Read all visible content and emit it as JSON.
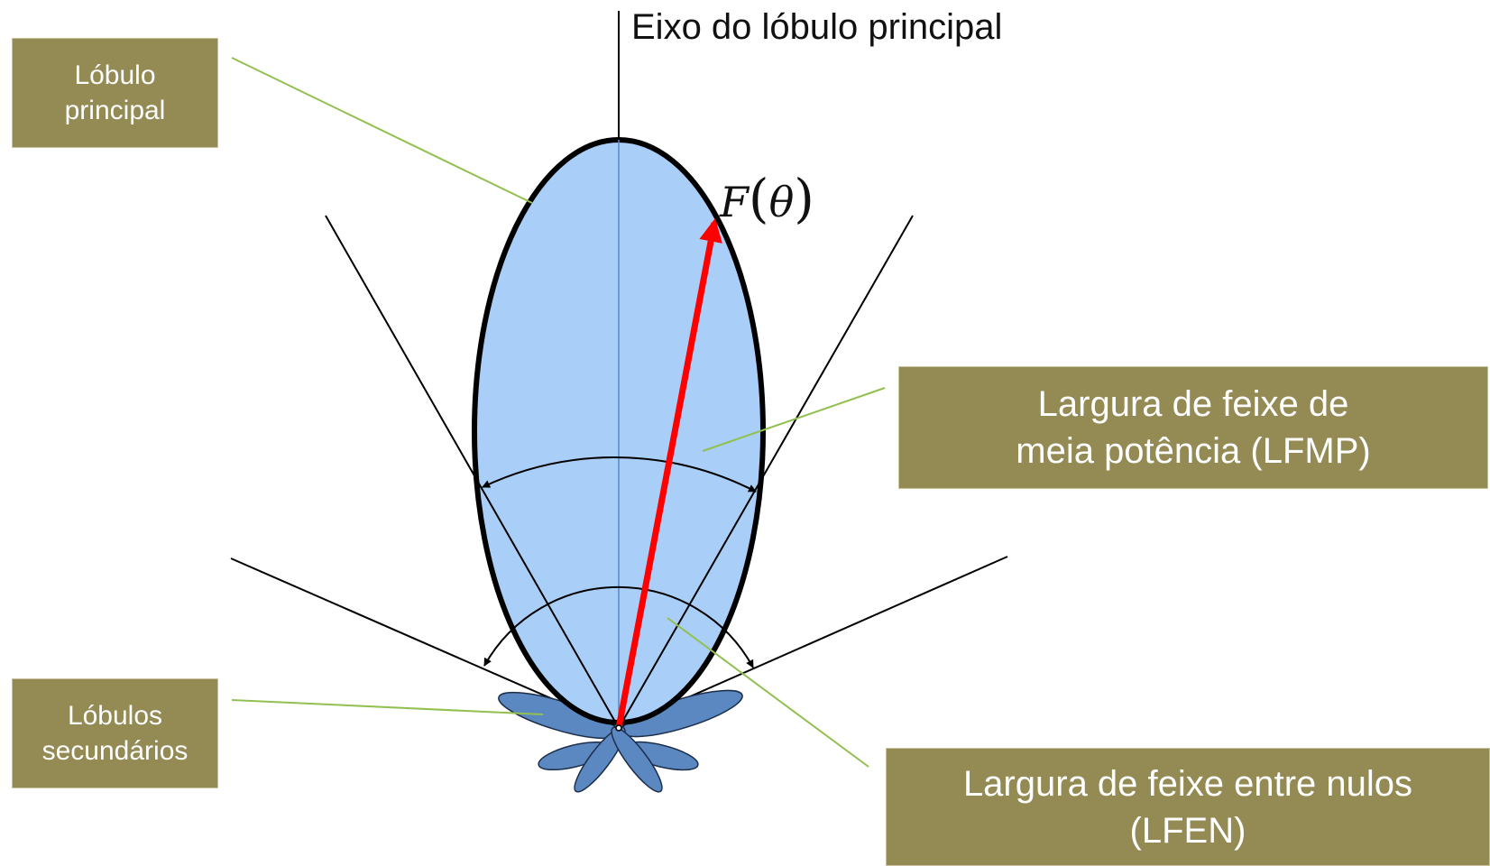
{
  "labels": {
    "axis_title": "Eixo do lóbulo principal",
    "main_lobe": [
      "Lóbulo",
      "principal"
    ],
    "side_lobes": [
      "Lóbulos",
      "secundários"
    ],
    "hpbw": [
      "Largura de feixe de",
      "meia potência (LFMP)"
    ],
    "fnbw": [
      "Largura de feixe entre nulos",
      "(LFEN)"
    ]
  },
  "formula": {
    "function": "F",
    "open": "(",
    "variable": "θ",
    "close": ")"
  },
  "colors": {
    "main_lobe_fill": "#a9cff9",
    "main_lobe_stroke": "#000000",
    "side_lobe_fill": "#5b88c0",
    "side_lobe_stroke": "#1c2e4a",
    "vector": "#ff0000",
    "leader_line": "#92c050",
    "label_box": "#948a54",
    "axis_line": "#5b88c0"
  }
}
